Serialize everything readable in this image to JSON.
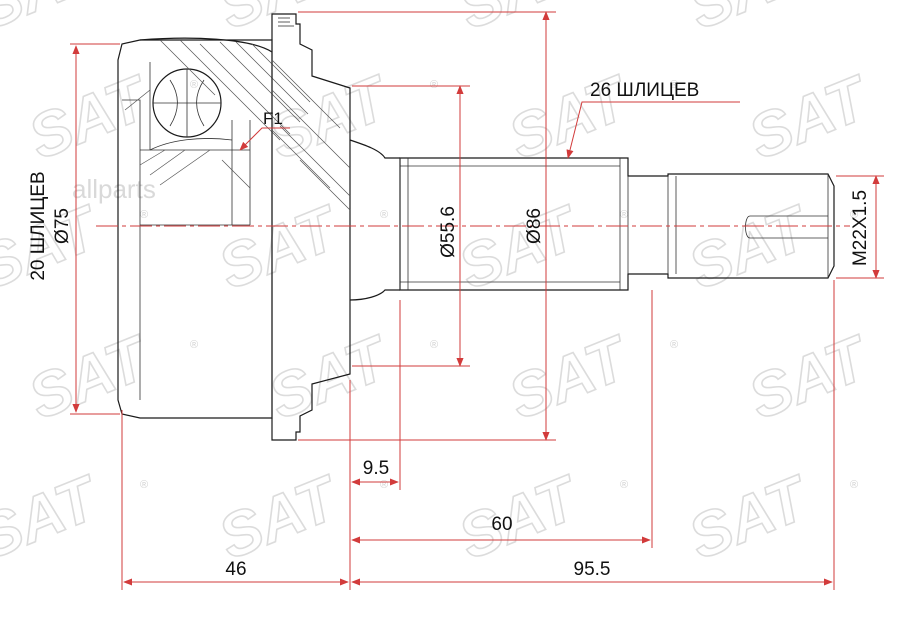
{
  "watermark": {
    "brand": "SAT",
    "reg_mark": "®",
    "site": "allparts"
  },
  "colors": {
    "dimension": "#d23b3b",
    "outline": "#1a1a1a",
    "watermark": "#dcdcdc"
  },
  "labels": {
    "outer_splines": "20 ШЛИЦЕВ",
    "outer_diameter": "Ø75",
    "inner_splines": "26 ШЛИЦЕВ",
    "shaft_diameter": "Ø55.6",
    "flange_diameter": "Ø86",
    "thread": "M22X1.5",
    "abs_marker": "F1"
  },
  "dimensions": {
    "flange_width": "9.5",
    "shaft_length": "60",
    "body_length": "46",
    "total_length": "95.5"
  }
}
